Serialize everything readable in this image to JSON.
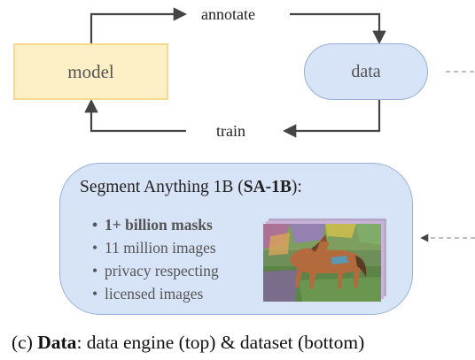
{
  "engine": {
    "model_label": "model",
    "data_label": "data",
    "annotate_label": "annotate",
    "train_label": "train"
  },
  "dataset": {
    "title_prefix": "Segment Anything 1B (",
    "title_bold": "SA-1B",
    "title_suffix": "):",
    "bullets": [
      "1+ billion masks",
      "11 million images",
      "privacy respecting",
      "licensed images"
    ]
  },
  "caption": {
    "prefix": "(c) ",
    "bold": "Data",
    "rest": ": data engine (top) & dataset (bottom)"
  },
  "colors": {
    "model_fill": "#fdf0c7",
    "model_border": "#f6d98a",
    "data_fill": "#d7e3f6",
    "data_border": "#98b0d6",
    "arrow": "#444444"
  }
}
